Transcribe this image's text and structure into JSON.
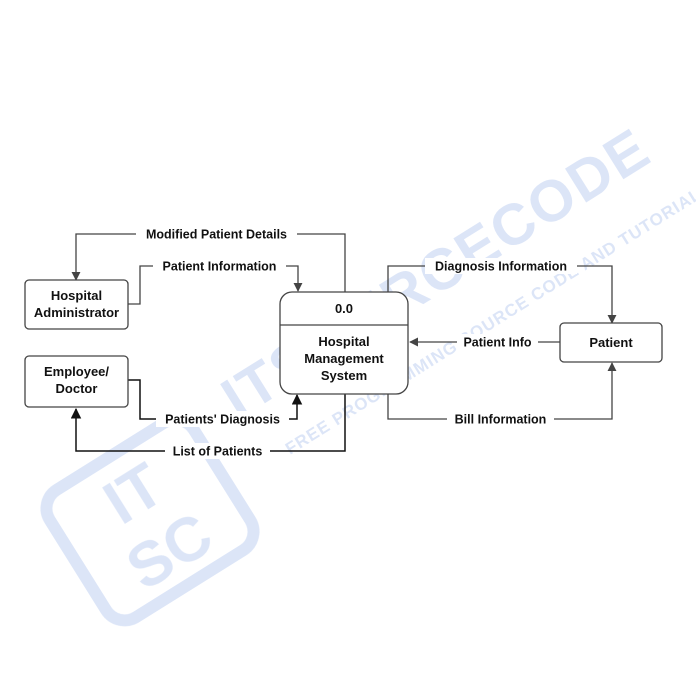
{
  "colors": {
    "stroke": "#444444",
    "text": "#111111",
    "watermark": "#d9e3f7",
    "background": "#ffffff"
  },
  "watermark": {
    "badge_line1": "IT",
    "badge_line2": "SC",
    "brand": "ITSOURCECODE",
    "tagline": "FREE PROGRAMMING SOURCE CODE AND TUTORIALS"
  },
  "nodes": {
    "hospital_admin": {
      "line1": "Hospital",
      "line2": "Administrator"
    },
    "employee_doctor": {
      "line1": "Employee/",
      "line2": "Doctor"
    },
    "process": {
      "id": "0.0",
      "line1": "Hospital",
      "line2": "Management",
      "line3": "System"
    },
    "patient": {
      "label": "Patient"
    }
  },
  "flows": {
    "modified_patient_details": "Modified Patient Details",
    "patient_information": "Patient Information",
    "diagnosis_information": "Diagnosis Information",
    "patient_info": "Patient Info",
    "bill_information": "Bill Information",
    "patients_diagnosis": "Patients' Diagnosis",
    "list_of_patients": "List of Patients"
  }
}
